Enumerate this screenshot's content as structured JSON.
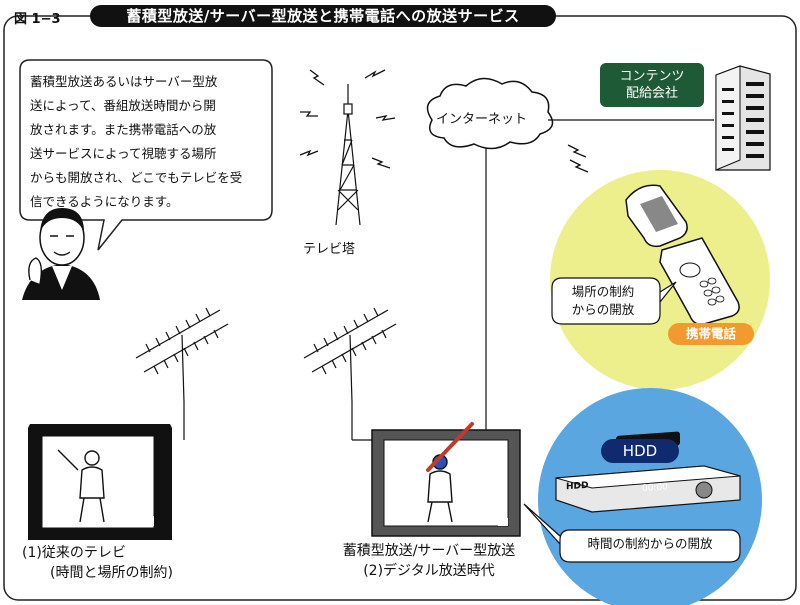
{
  "figure": {
    "label": "図 1−3",
    "title": "蓄積型放送/サーバー型放送と携帯電話への放送サービス"
  },
  "speech": {
    "lines": [
      "蓄積型放送あるいはサーバー型放",
      "送によって、番組放送時間から開",
      "放されます。また携帯電話への放",
      "送サービスによって視聴する場所",
      "からも開放され、どこでもテレビを受",
      "信できるようになります。"
    ]
  },
  "tower": {
    "label": "テレビ塔"
  },
  "internet": {
    "label": "インターネット"
  },
  "content_distributor": {
    "line1": "コンテンツ",
    "line2": "配給会社"
  },
  "mobile": {
    "bubble_line1": "場所の制約",
    "bubble_line2": "からの開放",
    "badge": "携帯電話"
  },
  "recorder": {
    "badge": "HDD",
    "device_label": "HDD",
    "display": "00:00",
    "bubble": "時間の制約からの開放"
  },
  "captions": {
    "conventional_line1": "(1)従来のテレビ",
    "conventional_line2": "(時間と場所の制約)",
    "digital_line1": "蓄積型放送/サーバー型放送",
    "digital_line2": "(2)デジタル放送時代"
  },
  "colors": {
    "title_bg": "#111111",
    "content_box": "#1f5a37",
    "mobile_circle": "#ecef8c",
    "mobile_badge": "#f29a2e",
    "hdd_circle": "#5aa6e0",
    "hdd_badge": "#0f2a6e",
    "building": "#e5e5e5"
  }
}
